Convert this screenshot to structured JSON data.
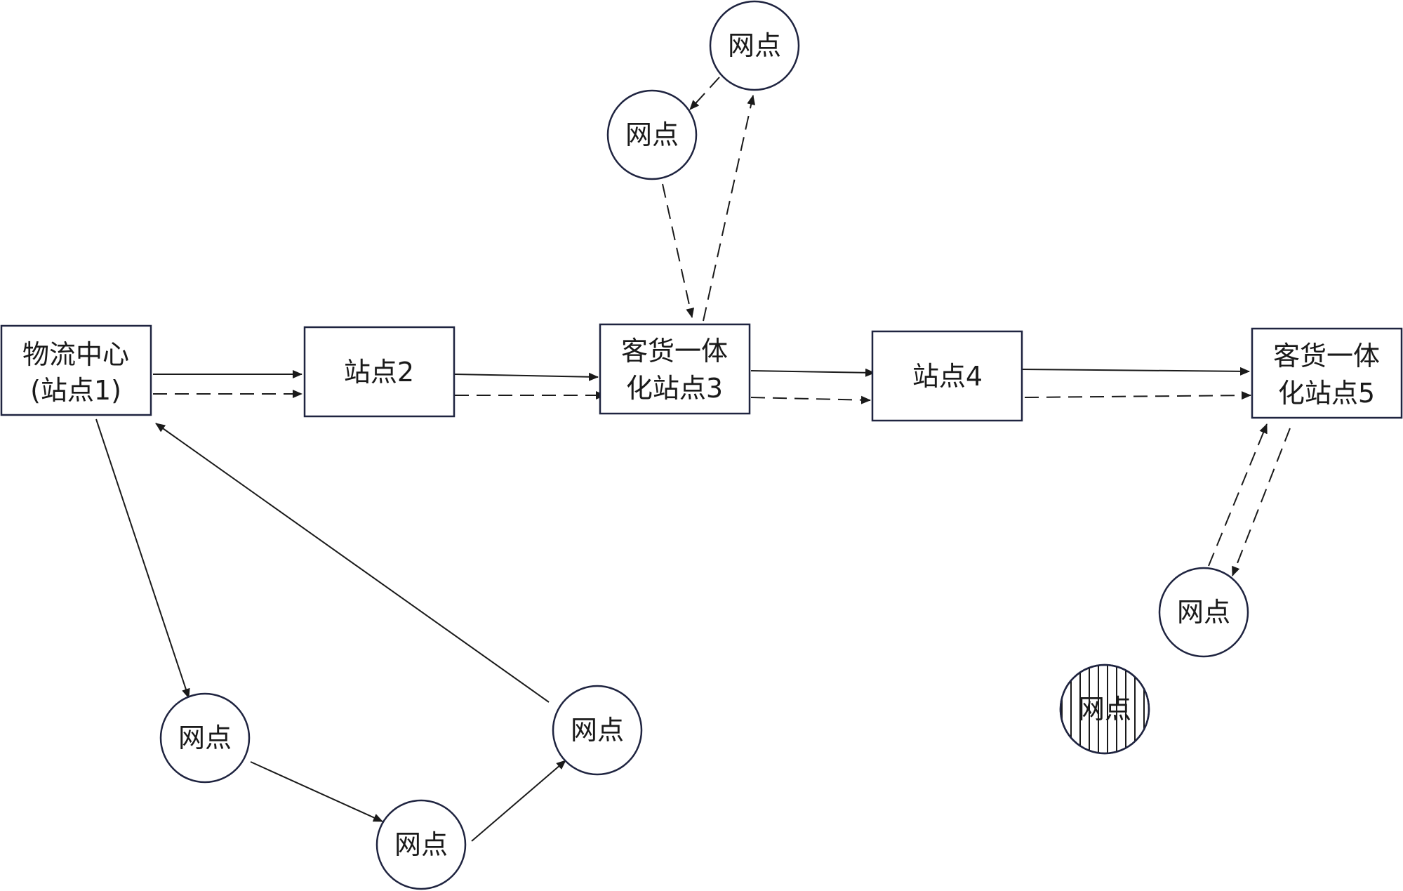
{
  "boxes": {
    "hub": {
      "line1": "物流中心",
      "line2": "(站点1)"
    },
    "station2": {
      "label": "站点2"
    },
    "integrated3": {
      "line1": "客货一体",
      "line2": "化站点3"
    },
    "station4": {
      "label": "站点4"
    },
    "integrated5": {
      "line1": "客货一体",
      "line2": "化站点5"
    }
  },
  "outlets": {
    "top_right": "网点",
    "top_left": "网点",
    "loop_left": "网点",
    "loop_bottom": "网点",
    "loop_right": "网点",
    "right_outlet": "网点",
    "hatched_outlet": "网点"
  },
  "colors": {
    "stroke": "#1f2440",
    "text": "#1a1a1a",
    "background": "#ffffff"
  }
}
